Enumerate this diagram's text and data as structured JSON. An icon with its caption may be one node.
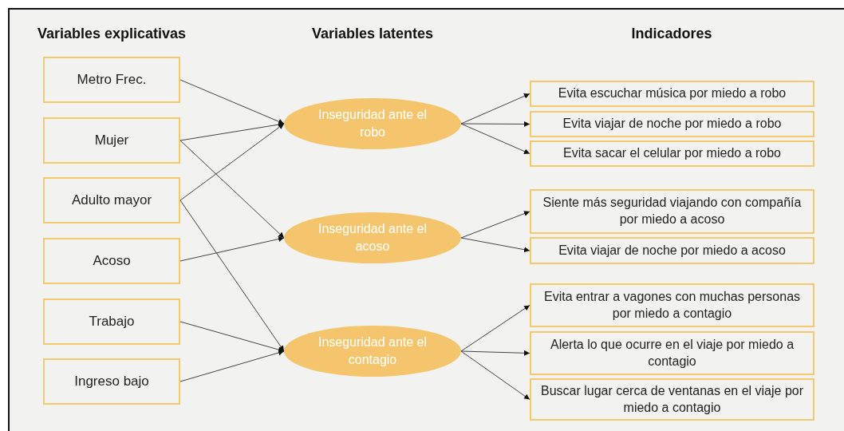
{
  "diagram": {
    "nodes": [
      {
        "text": [
          "Metro Frec."
        ]
      },
      {
        "text": [
          "Mujer"
        ]
      },
      {
        "text": [
          "Adulto mayor"
        ]
      },
      {
        "text": [
          "Acoso"
        ]
      },
      {
        "text": [
          "Trabajo"
        ]
      },
      {
        "text": [
          "Ingreso bajo"
        ]
      },
      {
        "text": [
          "Inseguridad ante el robo"
        ]
      },
      {
        "text": [
          "Inseguridad ante el acoso"
        ]
      },
      {
        "text": [
          "Inseguridad ante el contagio"
        ]
      },
      {
        "text": [
          "Evita escuchar música por miedo a robo"
        ]
      },
      {
        "text": [
          "Evita viajar de noche por miedo a robo"
        ]
      },
      {
        "text": [
          "Evita sacar el celular por miedo a robo"
        ]
      },
      {
        "text": [
          "Siente más seguridad viajando con compañía por miedo a acoso"
        ]
      },
      {
        "text": [
          "Evita viajar de noche por miedo a acoso"
        ]
      },
      {
        "text": [
          "Evita entrar a vagones con muchas personas por miedo a contagio"
        ]
      },
      {
        "text": [
          "Alerta lo que ocurre en el viaje por miedo a contagio"
        ]
      },
      {
        "text": [
          "Buscar lugar cerca de ventanas en el viaje por miedo a contagio"
        ]
      }
    ],
    "edges": [
      {
        "from": 0,
        "to": 6,
        "arrow": "to"
      },
      {
        "from": 1,
        "to": 6,
        "arrow": "to"
      },
      {
        "from": 1,
        "to": 7,
        "arrow": "to"
      },
      {
        "from": 2,
        "to": 6,
        "arrow": "to"
      },
      {
        "from": 2,
        "to": 8,
        "arrow": "to"
      },
      {
        "from": 3,
        "to": 7,
        "arrow": "to"
      },
      {
        "from": 4,
        "to": 8,
        "arrow": "to"
      },
      {
        "from": 5,
        "to": 8,
        "arrow": "to"
      },
      {
        "from": 6,
        "to": 9,
        "arrow": "to"
      },
      {
        "from": 6,
        "to": 10,
        "arrow": "to"
      },
      {
        "from": 6,
        "to": 11,
        "arrow": "to"
      },
      {
        "from": 7,
        "to": 12,
        "arrow": "to"
      },
      {
        "from": 7,
        "to": 13,
        "arrow": "to"
      },
      {
        "from": 8,
        "to": 14,
        "arrow": "to"
      },
      {
        "from": 8,
        "to": 15,
        "arrow": "to"
      },
      {
        "from": 8,
        "to": 16,
        "arrow": "to"
      }
    ],
    "labels": [
      "Variables explicativas",
      "Variables latentes",
      "Indicadores"
    ]
  }
}
